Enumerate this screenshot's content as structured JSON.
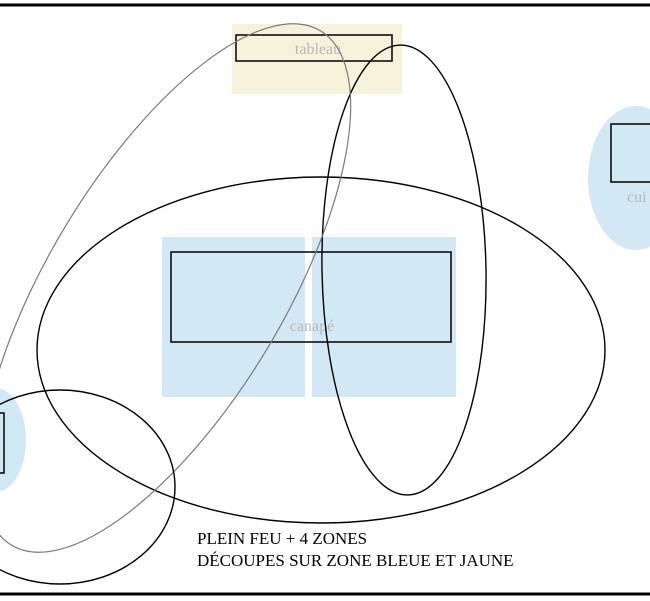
{
  "labels": {
    "tableau": "tableau",
    "canape": "canapé",
    "cuisine_partial": "cui"
  },
  "caption": {
    "line1": "PLEIN FEU + 4 ZONES",
    "line2": "DÉCOUPES SUR ZONE BLEUE ET JAUNE"
  },
  "colors": {
    "blue_zone": "#d3e8f5",
    "yellow_zone": "#f6f1da",
    "outline": "#000000",
    "faint_outline": "#7a7a7a",
    "label_text": "#b8b8b8"
  }
}
